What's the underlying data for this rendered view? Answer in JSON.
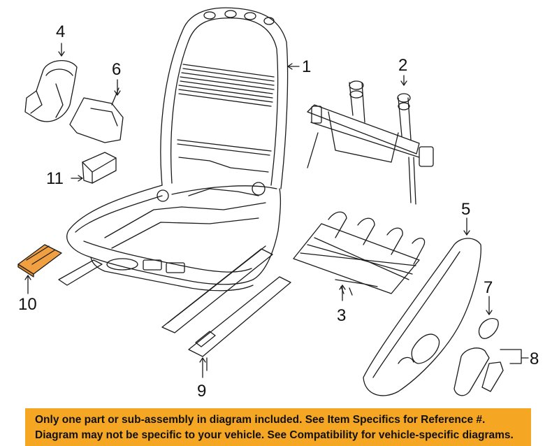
{
  "diagram": {
    "callouts": [
      "1",
      "2",
      "3",
      "4",
      "5",
      "6",
      "7",
      "8",
      "9",
      "10",
      "11"
    ],
    "highlight_part": "10",
    "colors": {
      "line": "#1a1a1a",
      "highlight_fill": "#f0a040",
      "notice_bg": "#f5a623"
    }
  },
  "notice": {
    "line1": "Only one part or sub-assembly in diagram included. See Item Specifics for Reference #.",
    "line2": "Diagram may not be specific to your vehicle. See Compatibility for vehicle-specific diagrams."
  }
}
